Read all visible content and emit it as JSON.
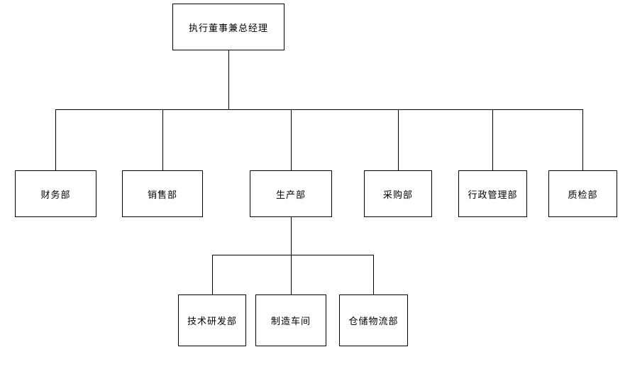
{
  "org_chart": {
    "root": {
      "label": "执行董事兼总经理"
    },
    "departments": [
      {
        "label": "财务部"
      },
      {
        "label": "销售部"
      },
      {
        "label": "生产部"
      },
      {
        "label": "采购部"
      },
      {
        "label": "行政管理部"
      },
      {
        "label": "质检部"
      }
    ],
    "production_children": [
      {
        "label": "技术研发部"
      },
      {
        "label": "制造车间"
      },
      {
        "label": "仓储物流部"
      }
    ]
  },
  "colors": {
    "background": "#ffffff",
    "node_fill": "#ffffff",
    "node_border": "#000000",
    "connector": "#000000",
    "text": "#000000"
  }
}
